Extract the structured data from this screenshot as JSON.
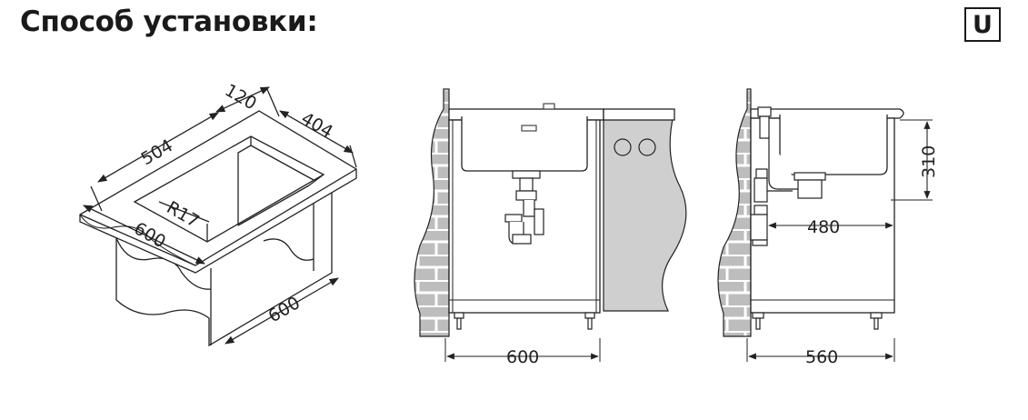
{
  "title": "Способ установки:",
  "mount_badge": "U",
  "colors": {
    "ink": "#222222",
    "wall_fill": "#bdbdbd",
    "mortar": "#ffffff",
    "cabinet": "#ffffff",
    "hatch": "#cfcfcf"
  },
  "iso_view": {
    "dim_depth": "120",
    "dim_length": "504",
    "dim_width": "404",
    "dim_radius": "R17",
    "dim_counter_width": "600",
    "dim_cabinet_depth": "600"
  },
  "front_view": {
    "dim_width": "600"
  },
  "side_view": {
    "dim_height": "310",
    "dim_drain": "480",
    "dim_width": "560"
  }
}
